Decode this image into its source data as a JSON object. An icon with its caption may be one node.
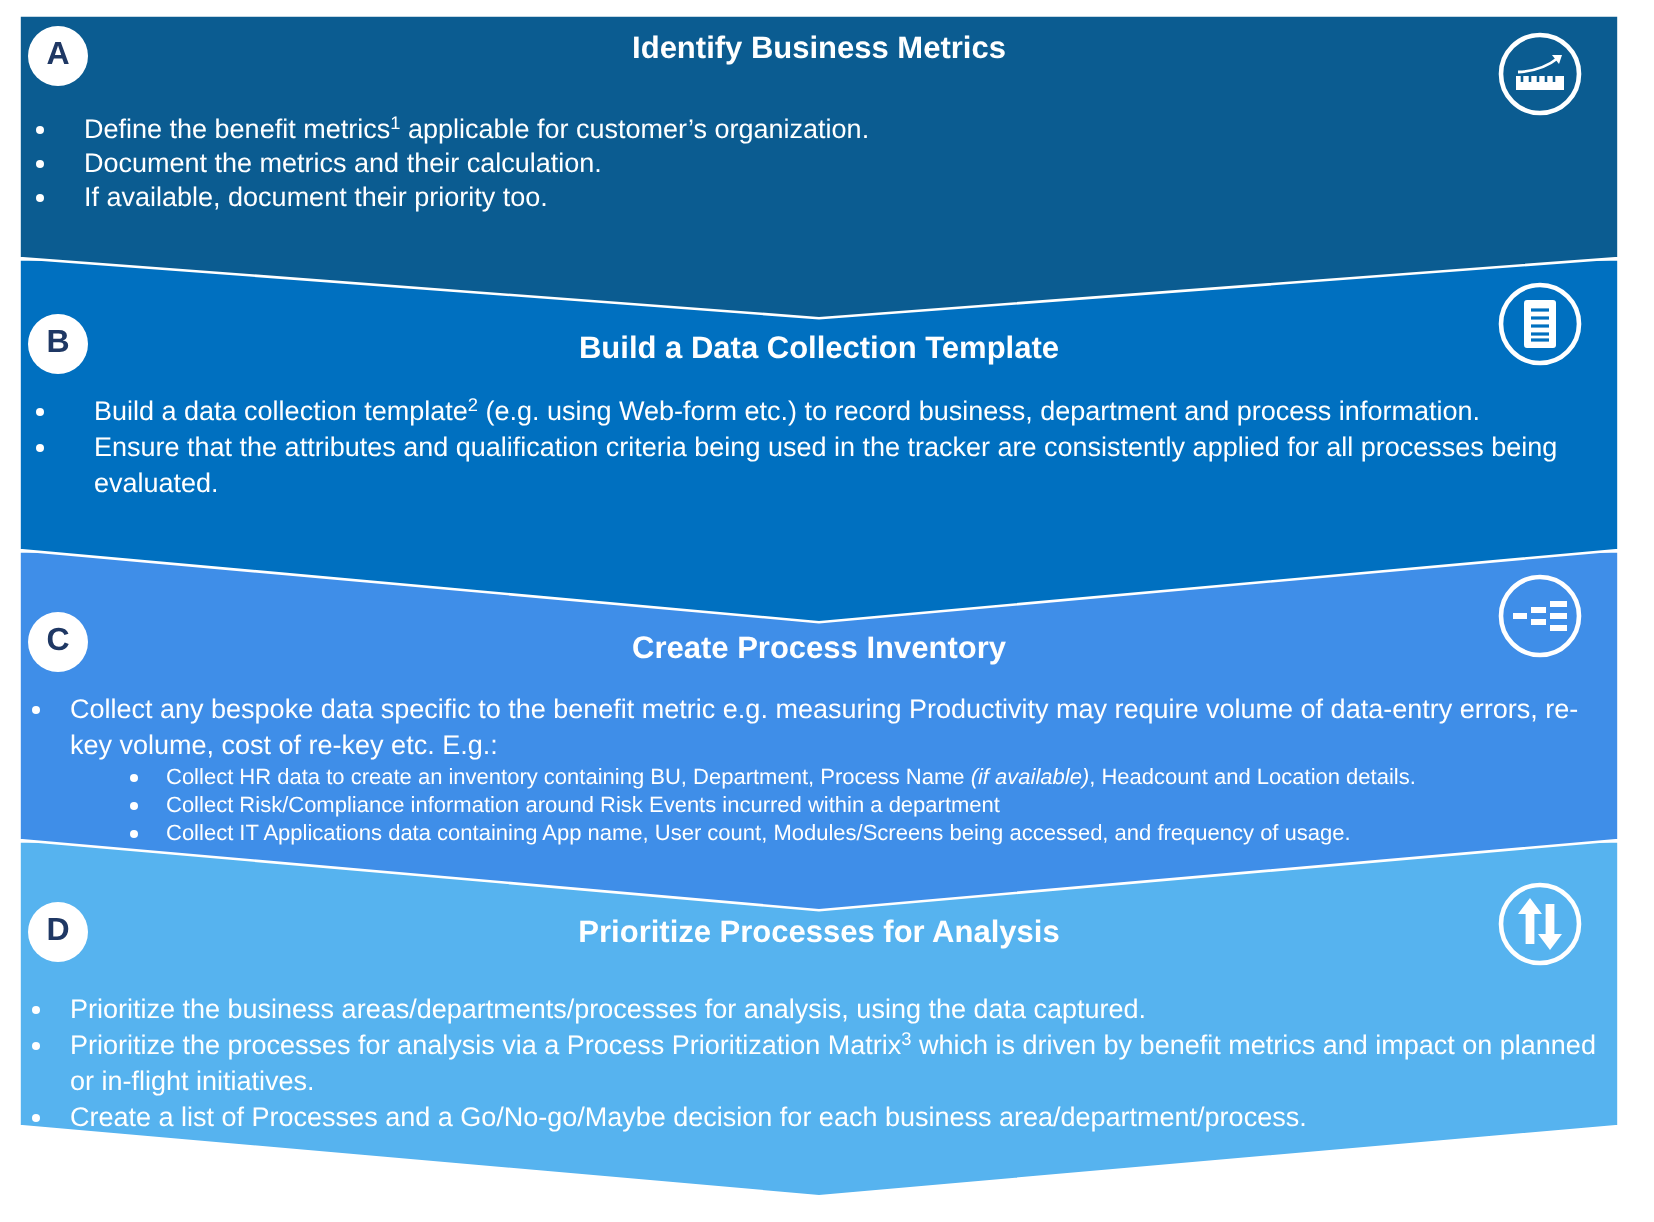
{
  "diagram": {
    "nodes": [
      {
        "text": [
          "Identify Business Metrics",
          "Define the benefit metrics$^{1}$ applicable for customer’s organization.",
          "Document the metrics and their calculation.",
          "If available, document their priority too."
        ]
      },
      {
        "text": [
          "A"
        ],
        "in": 0
      },
      {
        "text": [
          "Build a Data Collection Template",
          "Build a data collection template$^{2}$ (e.g. using Web-form etc.) to record business, department and process information.",
          "Ensure that the attributes and qualification criteria being used in the tracker are consistently applied for all processes being evaluated."
        ]
      },
      {
        "text": [
          "B"
        ],
        "in": 2
      },
      {
        "text": [
          "Create Process Inventory",
          "Collect any bespoke data specific to the benefit metric e.g. measuring Productivity may require volume of data-entry errors, re-key volume, cost of re-key etc. E.g.:",
          "Collect HR data to create an inventory containing BU, Department, Process Name *(if available)*, Headcount and Location details.",
          "Collect Risk/Compliance information around Risk Events incurred within a department",
          "Collect IT Applications data containing App name, User count, Modules/Screens being accessed, and frequency of usage."
        ]
      },
      {
        "text": [
          "C"
        ],
        "in": 4
      },
      {
        "text": [
          "Prioritize Processes for Analysis",
          "Prioritize the business areas/departments/processes for analysis, using the data captured.",
          "Prioritize the processes for analysis via a Process Prioritization Matrix$^{3}$ which is driven by benefit metrics and impact on planned or in-flight initiatives.",
          "Create a list of Processes and a Go/No-go/Maybe decision for each business area/department/process."
        ]
      },
      {
        "text": [
          "D"
        ],
        "in": 6
      }
    ]
  }
}
